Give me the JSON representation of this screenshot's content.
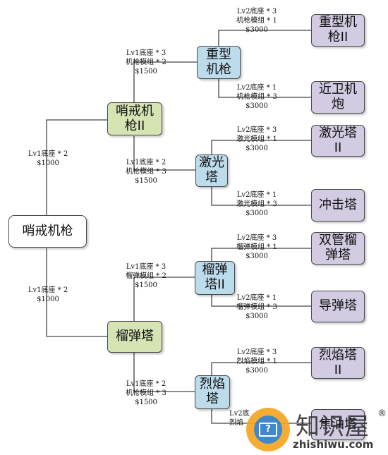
{
  "root": {
    "label": "哨戒机枪"
  },
  "branches": {
    "sentry_gun": {
      "label": [
        "哨戒机",
        "枪II"
      ],
      "cost": [
        "Lv1底座 * 2",
        "$1000"
      ],
      "children": {
        "heavy_gun": {
          "label": [
            "重型",
            "机枪"
          ],
          "cost": [
            "Lv1底座 * 3",
            "机枪模组 * 2",
            "$1500"
          ],
          "children": {
            "heavy_gun_2": {
              "label": [
                "重型机",
                "枪II"
              ],
              "cost": [
                "Lv2底座 * 3",
                "机枪模组 * 1",
                "$3000"
              ]
            },
            "ciws": {
              "label": [
                "近卫机",
                "炮"
              ],
              "cost": [
                "Lv2底座 * 1",
                "机枪模组 * 3",
                "$3000"
              ]
            }
          }
        },
        "laser": {
          "label": [
            "激光",
            "塔"
          ],
          "cost": [
            "Lv1底座 * 2",
            "机枪模组 * 3",
            "$1500"
          ],
          "children": {
            "laser_2": {
              "label": [
                "激光塔",
                "II"
              ],
              "cost": [
                "Lv2底座 * 3",
                "激光模组 * 1",
                "$3000"
              ]
            },
            "impact": {
              "label": [
                "冲击塔"
              ],
              "cost": [
                "Lv2底座 * 1",
                "激光模组 * 3",
                "$3000"
              ]
            }
          }
        }
      }
    },
    "grenade": {
      "label": [
        "榴弹塔"
      ],
      "cost": [
        "Lv1底座 * 2",
        "$1000"
      ],
      "children": {
        "grenade_2": {
          "label": [
            "榴弹",
            "塔II"
          ],
          "cost": [
            "Lv1底座 * 3",
            "榴弹模组 * 2",
            "$1500"
          ],
          "children": {
            "double_grenade": {
              "label": [
                "双管榴",
                "弹塔"
              ],
              "cost": [
                "Lv2底座 * 3",
                "榴弹模组 * 1",
                "$3000"
              ]
            },
            "missile": {
              "label": [
                "导弹塔"
              ],
              "cost": [
                "Lv2底座 * 1",
                "榴弹模组 * 3",
                "$3000"
              ]
            }
          }
        },
        "flame": {
          "label": [
            "烈焰",
            "塔"
          ],
          "cost": [
            "Lv1底座 * 2",
            "机枪模组 * 3",
            "$1500"
          ],
          "children": {
            "flame_2": {
              "label": [
                "烈焰塔",
                "II"
              ],
              "cost": [
                "Lv2底座 * 3",
                "烈焰模组 * 1",
                "$3000"
              ]
            },
            "scorch": {
              "label": [
                "焦油塔"
              ],
              "cost": [
                "Lv2底",
                "烈焰"
              ]
            }
          }
        }
      }
    }
  },
  "watermark": {
    "brand": "知识屋",
    "url": "zhishiwu.com",
    "reg": "®",
    "icon": "question-mark-screen-icon"
  }
}
